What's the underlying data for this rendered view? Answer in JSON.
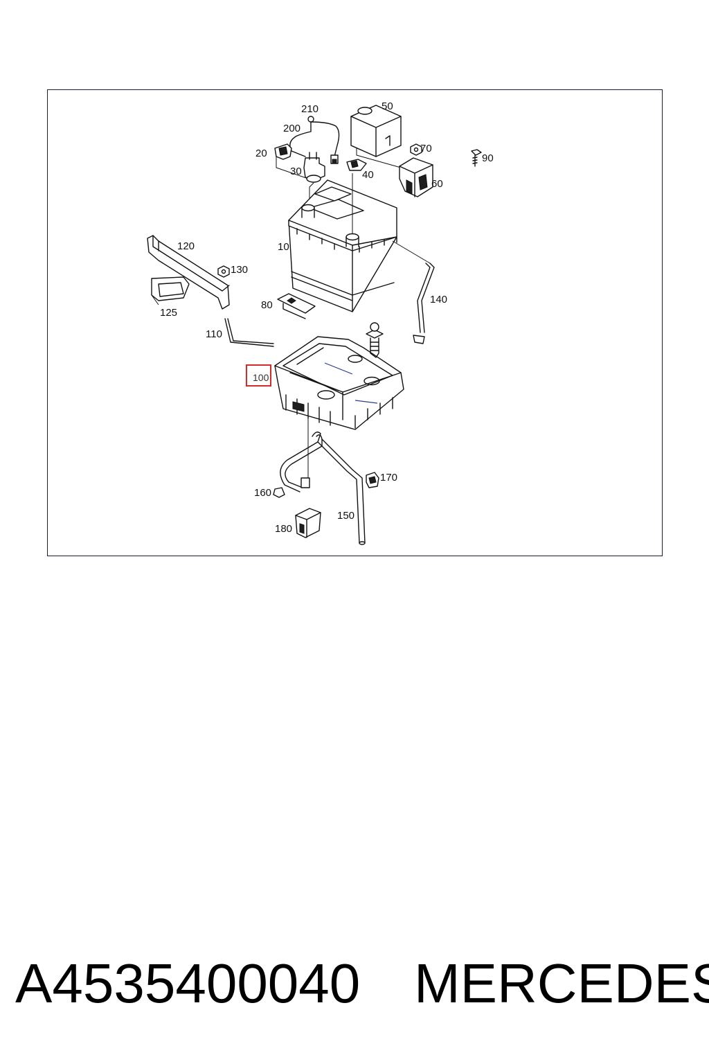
{
  "diagram": {
    "callouts": {
      "c210": "210",
      "c50": "50",
      "c200": "200",
      "c70": "70",
      "c90": "90",
      "c20": "20",
      "c30": "30",
      "c40": "40",
      "c60": "60",
      "c120": "120",
      "c10": "10",
      "c130": "130",
      "c140": "140",
      "c80": "80",
      "c125": "125",
      "c110": "110",
      "c100": "100",
      "c170": "170",
      "c160": "160",
      "c150": "150",
      "c180": "180"
    },
    "highlighted_callout": "100",
    "highlight_color": "#d42a2a"
  },
  "footer": {
    "part_number": "A4535400040",
    "brand": "MERCEDES"
  }
}
